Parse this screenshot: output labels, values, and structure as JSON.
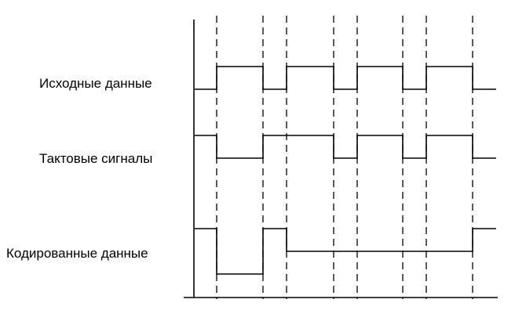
{
  "signals": [
    {
      "label": "Исходные данные",
      "levels": [
        0,
        1,
        1,
        0,
        1,
        1,
        0,
        1,
        1,
        0,
        1,
        1,
        0
      ]
    },
    {
      "label": "Тактовые сигналы",
      "levels": [
        1,
        0,
        0,
        1,
        1,
        1,
        0,
        1,
        1,
        0,
        1,
        1,
        0
      ]
    },
    {
      "label": "Кодированные данные",
      "levels": [
        1,
        2,
        2,
        1,
        0,
        0,
        0,
        0,
        0,
        0,
        0,
        0,
        1
      ]
    }
  ],
  "colors": {
    "line": "#000000",
    "background": "#ffffff"
  }
}
